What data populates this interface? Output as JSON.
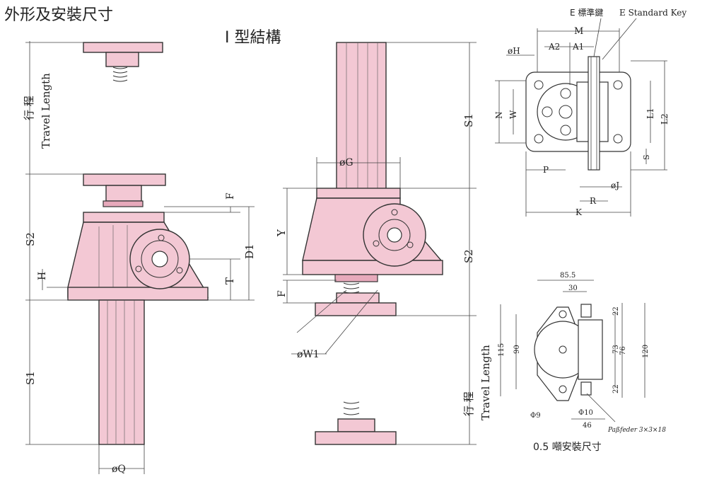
{
  "title": "外形及安裝尺寸",
  "subtitle": "I 型結構",
  "travel_vertical_cn": "行 程",
  "travel_vertical_en": "Travel Length",
  "key_cn": "E 標準鍵",
  "key_en": "E Standard Key",
  "dims_left": {
    "f": "F",
    "s2": "S2",
    "d1": "D1",
    "h": "H",
    "t": "T",
    "s1": "S1",
    "q": "øQ"
  },
  "dims_middle": {
    "g": "øG",
    "y": "Y",
    "f": "F",
    "w1": "øW1",
    "s1": "S1",
    "s2": "S2"
  },
  "dims_top_right": {
    "m": "M",
    "a2": "A2",
    "a1": "A1",
    "h": "øH",
    "n": "N",
    "w": "W",
    "l1": "L1",
    "l2": "L2",
    "s": "S",
    "p": "P",
    "j": "øJ",
    "r": "R",
    "k": "K"
  },
  "dims_bottom_right": {
    "d855": "85.5",
    "d30": "30",
    "d115": "115",
    "d90": "90",
    "d22a": "22",
    "d73": "73",
    "d76": "76",
    "d120": "120",
    "d22b": "22",
    "phi9": "Φ9",
    "phi10": "Φ10",
    "d46": "46",
    "feder": "Paßfeder 3×3×18"
  },
  "caption_bottom_right": "0.5 噸安裝尺寸"
}
